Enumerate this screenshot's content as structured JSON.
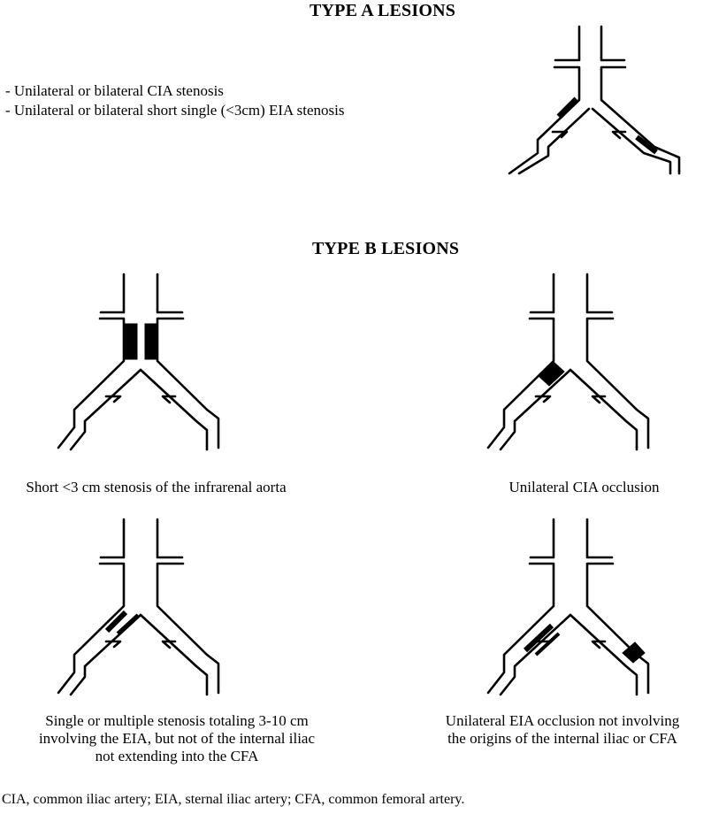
{
  "type_a": {
    "heading": "TYPE A LESIONS",
    "bullets": [
      "- Unilateral or bilateral CIA stenosis",
      "- Unilateral or bilateral short single (<3cm) EIA stenosis"
    ]
  },
  "type_b": {
    "heading": "TYPE B LESIONS",
    "captions": {
      "aorta": "Short <3 cm stenosis of the infrarenal aorta",
      "cia_occlusion": "Unilateral CIA occlusion",
      "multi_line1": "Single or multiple stenosis totaling 3-10 cm",
      "multi_line2": "involving the EIA, but not of the internal iliac",
      "multi_line3": "not extending into the CFA",
      "eia_line1": "Unilateral EIA occlusion not involving",
      "eia_line2": "the origins of the internal iliac or CFA"
    }
  },
  "footnote": "CIA, common iliac artery; EIA, sternal iliac artery; CFA, common femoral artery."
}
